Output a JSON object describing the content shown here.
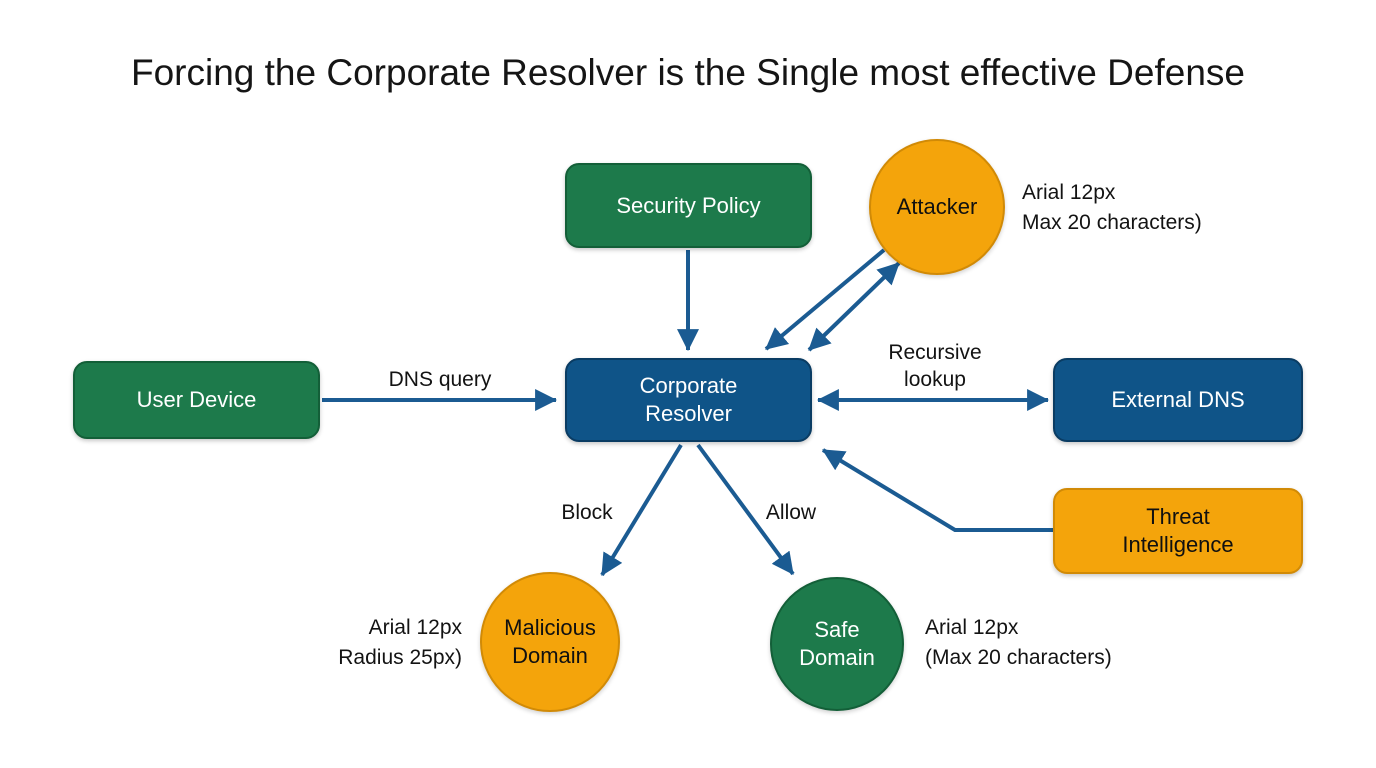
{
  "title": "Forcing the Corporate Resolver is the Single most effective Defense",
  "colors": {
    "box_green": "#1d7a4b",
    "box_green_border": "#135f38",
    "box_blue": "#0f5488",
    "box_blue_border": "#0a3c63",
    "box_orange": "#f4a40b",
    "box_orange_border": "#d18a06",
    "arrow": "#1b5b92",
    "text_dark": "#131313",
    "text_light": "#ffffff",
    "background": "#ffffff"
  },
  "nodes": {
    "user_device": {
      "label": "User Device",
      "shape": "rect",
      "color": "green"
    },
    "security_policy": {
      "label": "Security Policy",
      "shape": "rect",
      "color": "green"
    },
    "corporate_resolver": {
      "lines": [
        "Corporate",
        "Resolver"
      ],
      "shape": "rect",
      "color": "blue"
    },
    "external_dns": {
      "label": "External DNS",
      "shape": "rect",
      "color": "blue"
    },
    "threat_intelligence": {
      "lines": [
        "Threat",
        "Intelligence"
      ],
      "shape": "rect",
      "color": "orange"
    },
    "attacker": {
      "label": "Attacker",
      "shape": "circle",
      "color": "orange"
    },
    "malicious_domain": {
      "lines": [
        "Malicious",
        "Domain"
      ],
      "shape": "circle",
      "color": "orange"
    },
    "safe_domain": {
      "lines": [
        "Safe",
        "Domain"
      ],
      "shape": "circle",
      "color": "green"
    }
  },
  "edge_labels": {
    "dns_query": "DNS query",
    "recursive_lookup_lines": [
      "Recursive",
      "lookup"
    ],
    "block": "Block",
    "allow": "Allow"
  },
  "annotations": {
    "attacker_note": [
      "Arial 12px",
      "Max 20 characters)"
    ],
    "malicious_note": [
      "Arial 12px",
      "Radius 25px)"
    ],
    "safe_note": [
      "Arial 12px",
      "(Max 20 characters)"
    ]
  },
  "edges": [
    {
      "from": "user_device",
      "to": "corporate_resolver",
      "label": "DNS query",
      "arrows": "one-way"
    },
    {
      "from": "security_policy",
      "to": "corporate_resolver",
      "label": "",
      "arrows": "one-way"
    },
    {
      "from": "corporate_resolver",
      "to": "external_dns",
      "label": "Recursive lookup",
      "arrows": "two-way"
    },
    {
      "from": "attacker",
      "to": "corporate_resolver",
      "label": "",
      "arrows": "one-way"
    },
    {
      "from": "attacker",
      "to": "corporate_resolver",
      "label": "",
      "arrows": "two-way"
    },
    {
      "from": "corporate_resolver",
      "to": "malicious_domain",
      "label": "Block",
      "arrows": "one-way"
    },
    {
      "from": "corporate_resolver",
      "to": "safe_domain",
      "label": "Allow",
      "arrows": "one-way"
    },
    {
      "from": "threat_intelligence",
      "to": "corporate_resolver",
      "label": "",
      "arrows": "one-way"
    }
  ]
}
